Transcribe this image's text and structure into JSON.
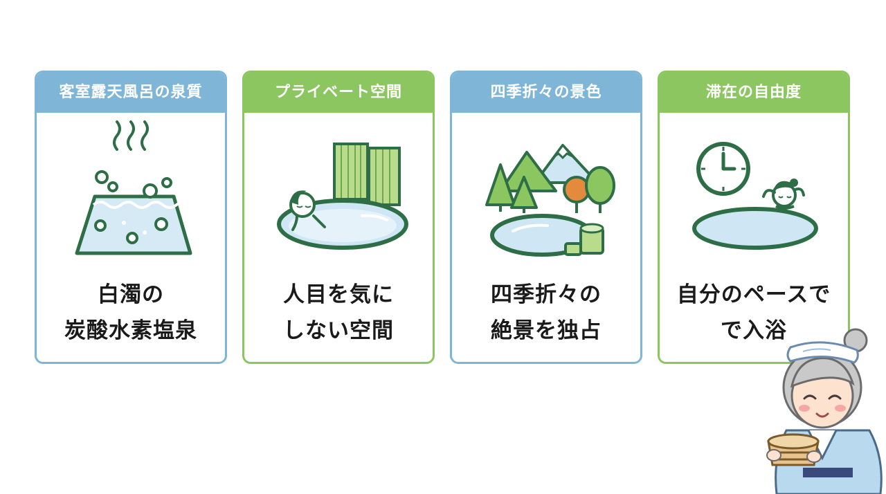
{
  "cards": [
    {
      "header": "客室露天風呂の泉質",
      "line1": "白濁の",
      "line2": "炭酸水素塩泉",
      "icon": "bubbling-hot-spring-tub-icon",
      "accent": "#7fb6d8"
    },
    {
      "header": "プライベート空間",
      "line1": "人目を気に",
      "line2": "しない空間",
      "icon": "bather-behind-privacy-screen-icon",
      "accent": "#8cc660"
    },
    {
      "header": "四季折々の景色",
      "line1": "四季折々の",
      "line2": "絶景を独占",
      "icon": "mountain-forest-view-bath-icon",
      "accent": "#7fb6d8"
    },
    {
      "header": "滞在の自由度",
      "line1": "自分のペースで",
      "line2": "で入浴",
      "icon": "clock-and-relaxing-bather-icon",
      "accent": "#8cc660"
    }
  ],
  "mascot": {
    "icon": "grandma-with-wooden-bath-bucket-illustration"
  },
  "colors": {
    "blue": "#7fb6d8",
    "green": "#8cc660",
    "outline": "#2e6e46",
    "water": "#cfe6f4",
    "text": "#1a1a1a"
  }
}
